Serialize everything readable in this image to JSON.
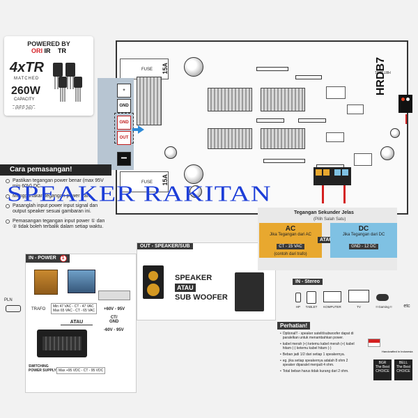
{
  "card": {
    "powered_by": "POWERED BY",
    "brand_ori": "ORI",
    "brand_ir": "IR",
    "brand_tr": "TR",
    "model": "4xTR",
    "matched": "MATCHED",
    "watt": "260W",
    "capacity": "CAPACITY",
    "part": "- IRFP 260 -"
  },
  "pcb": {
    "logo": "HRDB7",
    "code": "HRT12.01",
    "fuse_label": "FUSE",
    "fuse_amp": "15A",
    "terminals": [
      "+",
      "GND",
      "GND",
      "OUT",
      "−"
    ]
  },
  "cara": {
    "title": "Cara pemasangan!",
    "steps": [
      "Pastikan tegangan power benar (max 95V min 60V) DC",
      "Menggunakan tegangan power trafo",
      "Pasanglah input power input signal dan output speaker sesuai gambaran ini.",
      "Pemasangan tegangan input power ① dan ② tidak boleh terbalik dalam setiap waktu."
    ]
  },
  "in_power": {
    "tag": "IN - POWER",
    "num": "1",
    "pln": "PLN",
    "trafo": "TRAFO",
    "trafo_spec": "Min 47 VAC - CT - 47 VAC\nMax 65 VAC - CT - 65 VAC",
    "atau": "ATAU",
    "plus_v": "+60V - 95V",
    "ct_gnd": "CT/\nGND",
    "minus_v": "-60V - 95V",
    "switching": "SWITCHING\nPOWER SUPPLY",
    "switching_spec": "Max +95 VDC - CT - 95 VDC",
    "small_label": "SWITCHING POWER SUPPLY"
  },
  "out": {
    "tag": "OUT - SPEAKER/SUB",
    "speaker": "SPEAKER",
    "atau": "ATAU",
    "sub": "SUB WOOFER"
  },
  "teg": {
    "title": "Tegangan Sekunder Jelas",
    "pilih": "(Pilih Salah Satu)",
    "ac": "AC",
    "ac_desc": "Jika Tegangan dari AC",
    "ac_v": "CT - 15 VAC",
    "ac_note": "(contoh dari trafo)",
    "atau": "ATAU",
    "dc": "DC",
    "dc_desc": "Jika Tegangan dari DC",
    "dc_v": "GND - 12 DC"
  },
  "stereo": {
    "tag": "IN - Stereo",
    "devices": [
      "HP",
      "TABLET",
      "KOMPUTER",
      "TV",
      "!! Gaming !!",
      "etc"
    ]
  },
  "perh": {
    "title": "Perhatian!",
    "items": [
      "Optional!! - speaker satelit/subwoofer dapat di paralelkan untuk menambahkan power.",
      "kabel merah (+) ketemu kabel merah (+) kabel hitam (-) ketemu kabel hitam (-)",
      "Beban jadi 1/2 dari setiap 1 speakernya.",
      "eg. jika setiap speakernya adalah 8 ohm 2 speaker diparalel menjadi 4 ohm.",
      "Total beban harus tidak kurang dari 2 ohm."
    ],
    "handcrafted": "Handcrafted in Indonesia",
    "badge1": "BGR\nThe Best\nCHOICE",
    "badge2": "BELL\nThe Best\nCHOICE"
  },
  "watermark": "SPEAKER RAKITAN",
  "colors": {
    "accent_red": "#d42020",
    "accent_blue": "#2d8ad8",
    "ac": "#e8a82f",
    "dc": "#7fc1e3",
    "watermark": "#1d3ed8"
  }
}
